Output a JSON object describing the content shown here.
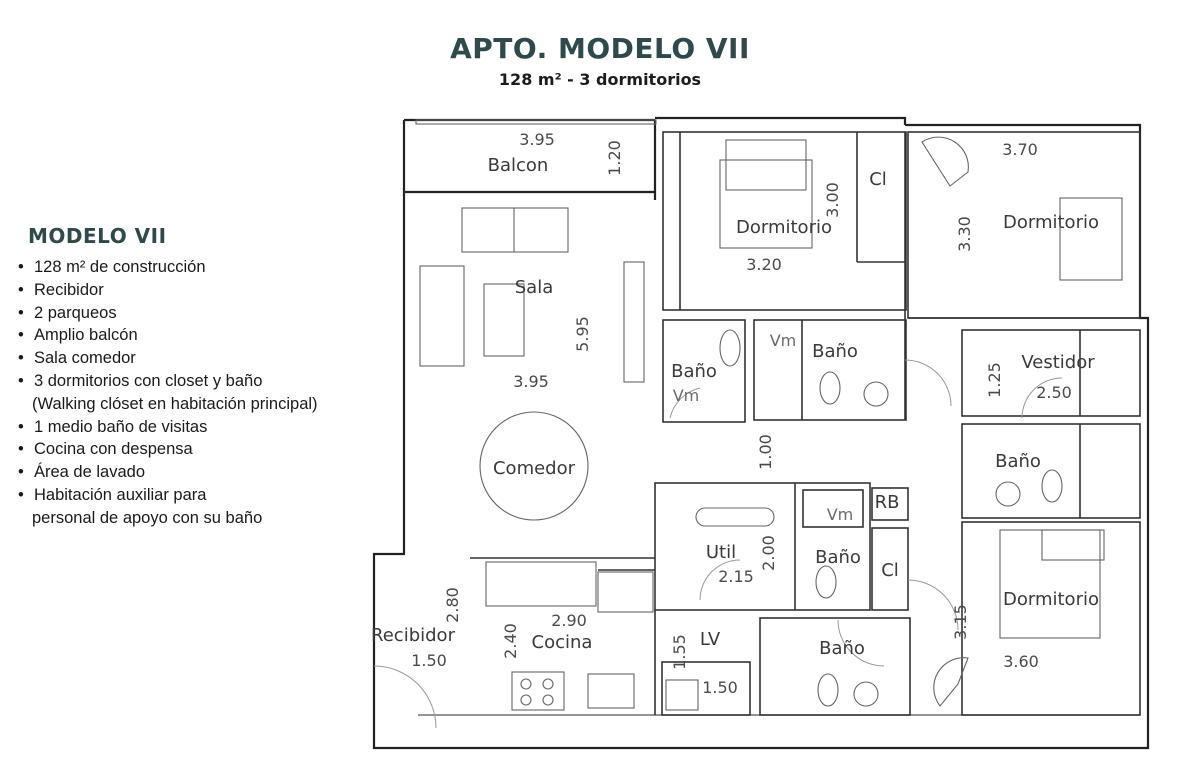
{
  "header": {
    "title": "APTO. MODELO VII",
    "subtitle": "128 m² - 3 dormitorios"
  },
  "features": {
    "heading": "MODELO VII",
    "items": [
      "128 m² de construcción",
      "Recibidor",
      "2 parqueos",
      "Amplio balcón",
      "Sala comedor",
      "3 dormitorios con closet y baño",
      "(Walking clóset en habitación principal)",
      "1 medio baño de visitas",
      "Cocina con despensa",
      "Área de lavado",
      "Habitación auxiliar para",
      "personal de apoyo con su baño"
    ]
  },
  "plan": {
    "rooms": {
      "balcon": "Balcon",
      "sala": "Sala",
      "comedor": "Comedor",
      "recibidor": "Recibidor",
      "cocina": "Cocina",
      "util": "Util",
      "lv": "LV",
      "dormitorio_1": "Dormitorio",
      "dormitorio_2": "Dormitorio",
      "dormitorio_3": "Dormitorio",
      "cl_1": "Cl",
      "cl_2": "Cl",
      "rb": "RB",
      "vestidor": "Vestidor",
      "bano_1": "Baño",
      "bano_2": "Baño",
      "bano_3": "Baño",
      "bano_4": "Baño",
      "bano_5": "Baño",
      "vm_1": "Vm",
      "vm_2": "Vm",
      "vm_3": "Vm"
    },
    "dims": {
      "balcon_w": "3.95",
      "balcon_h": "1.20",
      "sala_w": "3.95",
      "sala_h": "5.95",
      "dorm1_w": "3.20",
      "dorm1_h": "3.00",
      "dorm2_w": "3.70",
      "dorm2_h": "3.30",
      "vest_w": "2.50",
      "vest_h": "1.25",
      "pasillo": "1.00",
      "util_w": "2.15",
      "util_h": "2.00",
      "cocina_w": "2.90",
      "cocina_h": "2.40",
      "recib_w": "1.50",
      "recib_h": "2.80",
      "lv_w": "1.50",
      "lv_h": "1.55",
      "dorm3_w": "3.60",
      "dorm3_h": "3.15"
    }
  }
}
